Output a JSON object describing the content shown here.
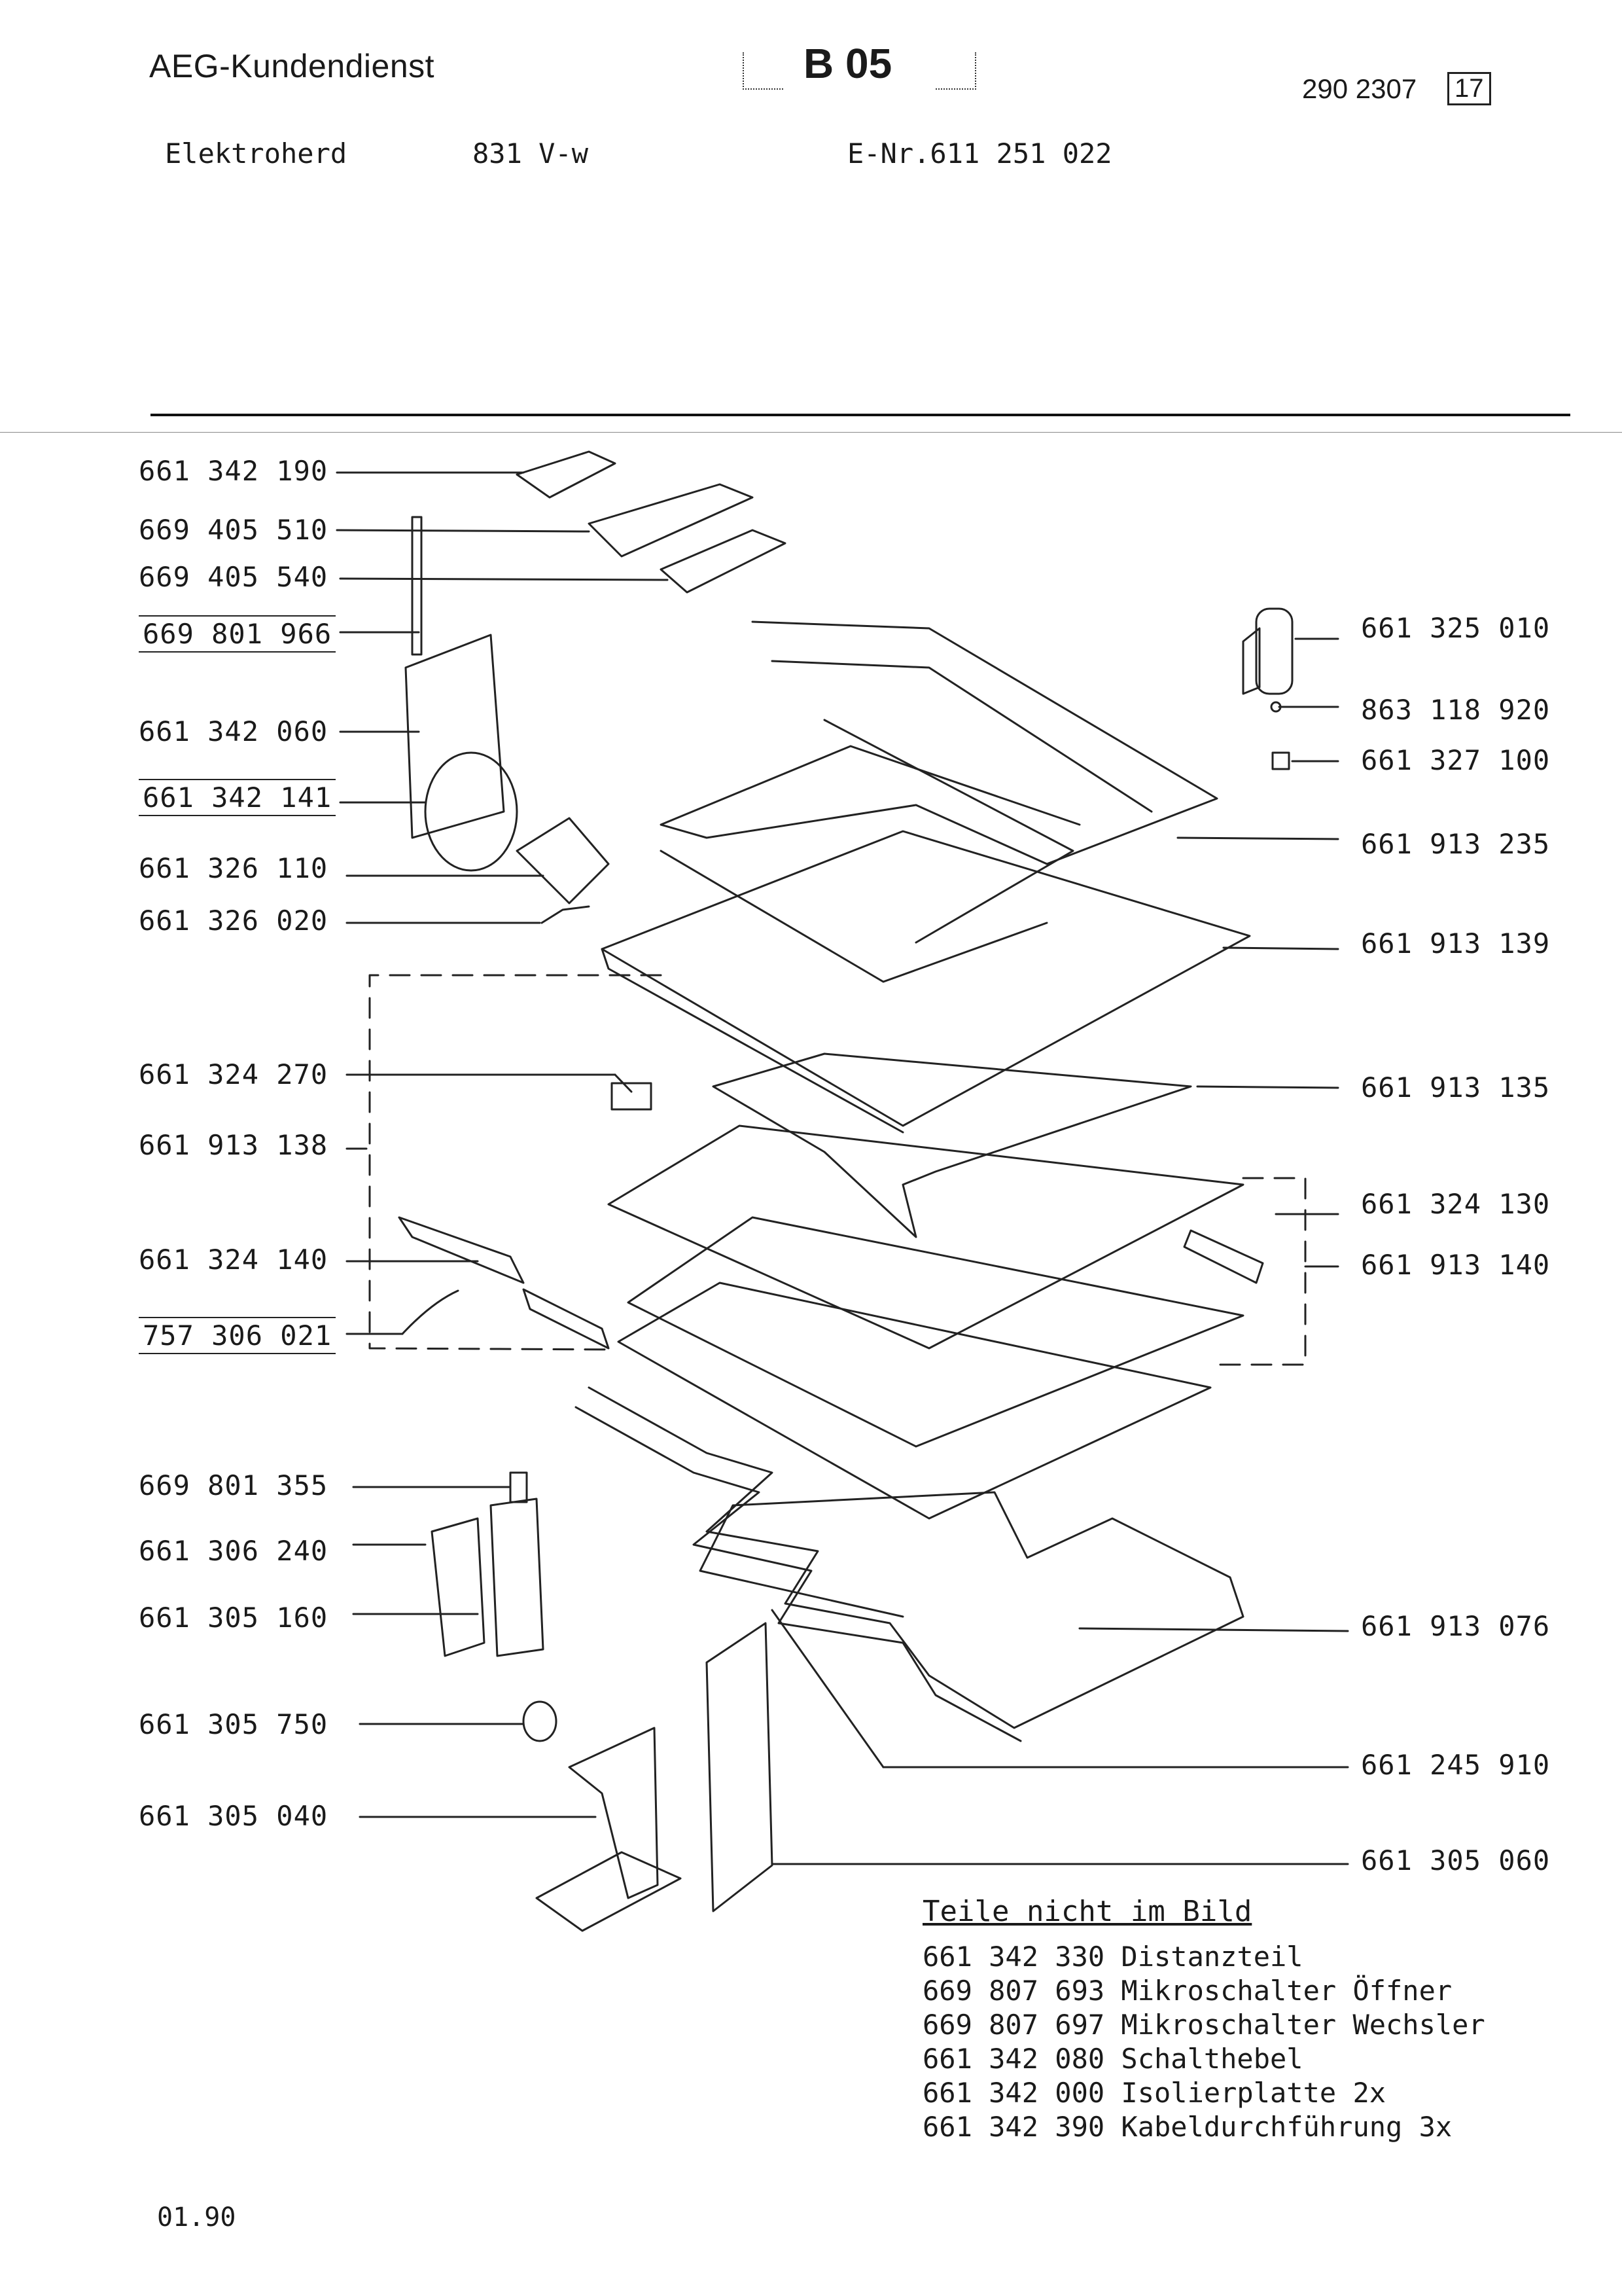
{
  "header": {
    "brand": "AEG-Kundendienst",
    "section_code": "B 05",
    "doc_number": "290 2307",
    "page_number": "17"
  },
  "subheader": {
    "appliance": "Elektroherd",
    "model": "831 V-w",
    "e_number": "E-Nr.611 251 022"
  },
  "parts_left": [
    "661 342 190",
    "669 405 510",
    "669 405 540",
    "669 801 966",
    "661 342 060",
    "661 342 141",
    "661 326 110",
    "661 326 020",
    "661 324 270",
    "661 913 138",
    "661 324 140",
    "757 306 021",
    "669 801 355",
    "661 306 240",
    "661 305 160",
    "661 305 750",
    "661 305 040"
  ],
  "parts_right": [
    "661 325 010",
    "863 118 920",
    "661 327 100",
    "661 913 235",
    "661 913 139",
    "661 913 135",
    "661 324 130",
    "661 913 140",
    "661 913 076",
    "661 245 910",
    "661 305 060"
  ],
  "notes": {
    "title": "Teile nicht im Bild",
    "items": [
      "661 342 330 Distanzteil",
      "669 807 693 Mikroschalter Öffner",
      "669 807 697 Mikroschalter Wechsler",
      "661 342 080 Schalthebel",
      "661 342 000 Isolierplatte 2x",
      "661 342 390 Kabeldurchführung 3x"
    ]
  },
  "footer": {
    "date": "01.90"
  },
  "colors": {
    "ink": "#1a1a1a",
    "paper": "#ffffff"
  }
}
